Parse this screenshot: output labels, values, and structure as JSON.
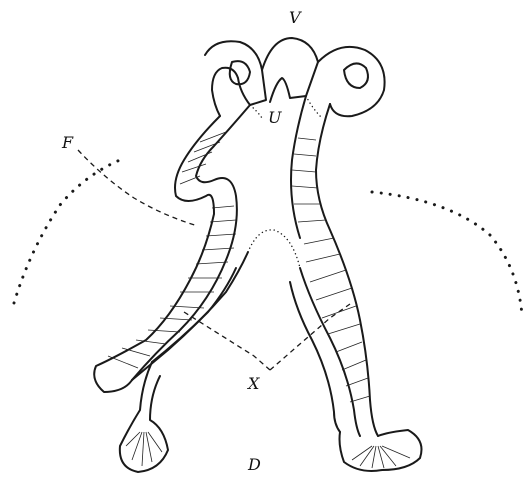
{
  "labels": {
    "v": "V",
    "u": "U",
    "f": "F",
    "x": "X",
    "d": "D"
  },
  "colors": {
    "ink": "#1a1a1a",
    "paper": "#ffffff"
  }
}
